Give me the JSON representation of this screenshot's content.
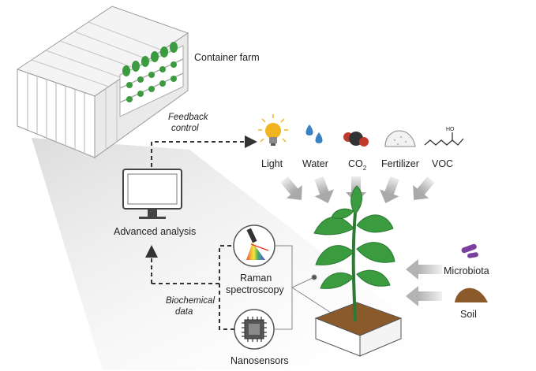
{
  "labels": {
    "container_farm": "Container farm",
    "feedback_line1": "Feedback",
    "feedback_line2": "control",
    "advanced_analysis": "Advanced analysis",
    "biochemical_line1": "Biochemical",
    "biochemical_line2": "data",
    "raman_line1": "Raman",
    "raman_line2": "spectroscopy",
    "nanosensors": "Nanosensors",
    "microbiota": "Microbiota",
    "soil": "Soil",
    "voc_molecule_label": "HO"
  },
  "inputs": [
    {
      "label": "Light",
      "icon": "light-bulb-icon"
    },
    {
      "label": "Water",
      "icon": "water-drops-icon"
    },
    {
      "label": "CO",
      "subscript": "2",
      "icon": "co2-molecule-icon"
    },
    {
      "label": "Fertilizer",
      "icon": "fertilizer-pile-icon"
    },
    {
      "label": "VOC",
      "icon": "voc-molecule-icon"
    }
  ],
  "colors": {
    "plant_green": "#3a9b3f",
    "leaf_dark": "#2c7a33",
    "soil_brown": "#8a5a2a",
    "microbiota_purple": "#7b3fa0",
    "bulb_yellow": "#f0b51e",
    "water_blue": "#3b82c4",
    "arrow_gray": "#bdbdbd",
    "container_gray": "#b0b0b0"
  }
}
